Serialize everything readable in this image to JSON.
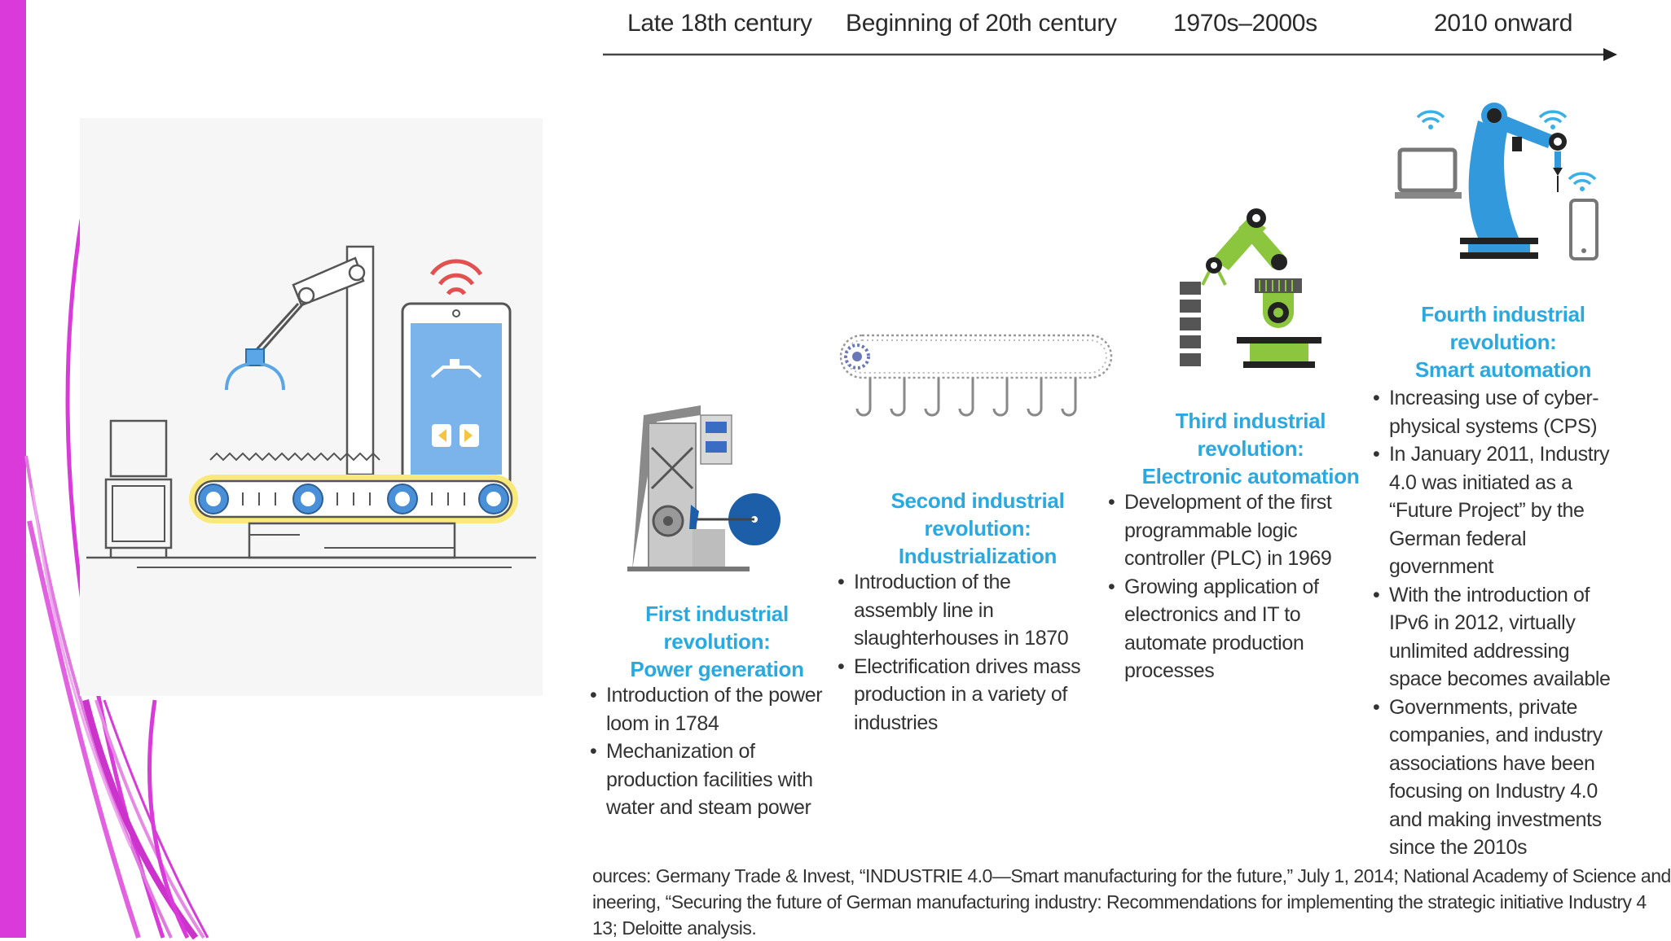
{
  "colors": {
    "accent_magenta": "#d93ad9",
    "heading_blue": "#2aa9e0",
    "robot_green": "#8cc63f",
    "robot_blue": "#3399dd",
    "body_text": "#333333"
  },
  "timeline": {
    "eras": [
      "Late 18th century",
      "Beginning of 20th century",
      "1970s–2000s",
      "2010 onward"
    ],
    "revolutions": [
      {
        "heading_line1": "First industrial revolution:",
        "heading_line2": "Power generation",
        "icon": "loom-machine-icon",
        "bullets": [
          "Introduction of the power loom in 1784",
          "Mechanization of production facilities with water and steam power"
        ]
      },
      {
        "heading_line1": "Second industrial revolution:",
        "heading_line2": "Industrialization",
        "icon": "assembly-line-hooks-icon",
        "bullets": [
          "Introduction of the assembly line in slaughterhouses in 1870",
          "Electrification drives mass production in a variety of industries"
        ]
      },
      {
        "heading_line1": "Third industrial revolution:",
        "heading_line2": "Electronic automation",
        "icon": "industrial-robot-arm-icon",
        "bullets": [
          "Development of the first programmable logic controller (PLC) in 1969",
          "Growing application of electronics and IT to automate production processes"
        ]
      },
      {
        "heading_line1": "Fourth industrial revolution:",
        "heading_line2": "Smart automation",
        "icon": "connected-robot-arm-icon",
        "bullets": [
          "Increasing use of cyber-physical systems (CPS)",
          "In January 2011, Industry 4.0 was initiated as a “Future Project” by the German federal government",
          "With the introduction of IPv6 in 2012, virtually unlimited addressing space becomes available",
          "Governments, private companies, and industry associations have been focusing on Industry 4.0 and making investments since the 2010s"
        ]
      }
    ]
  },
  "sources": {
    "line1": "ources: Germany Trade & Invest, “INDUSTRIE 4.0—Smart manufacturing for the future,” July 1, 2014;  National Academy of Science and",
    "line2": "ineering, “Securing the future of German manufacturing industry: Recommendations for implementing the strategic initiative Industry 4",
    "line3": "13; Deloitte analysis."
  }
}
